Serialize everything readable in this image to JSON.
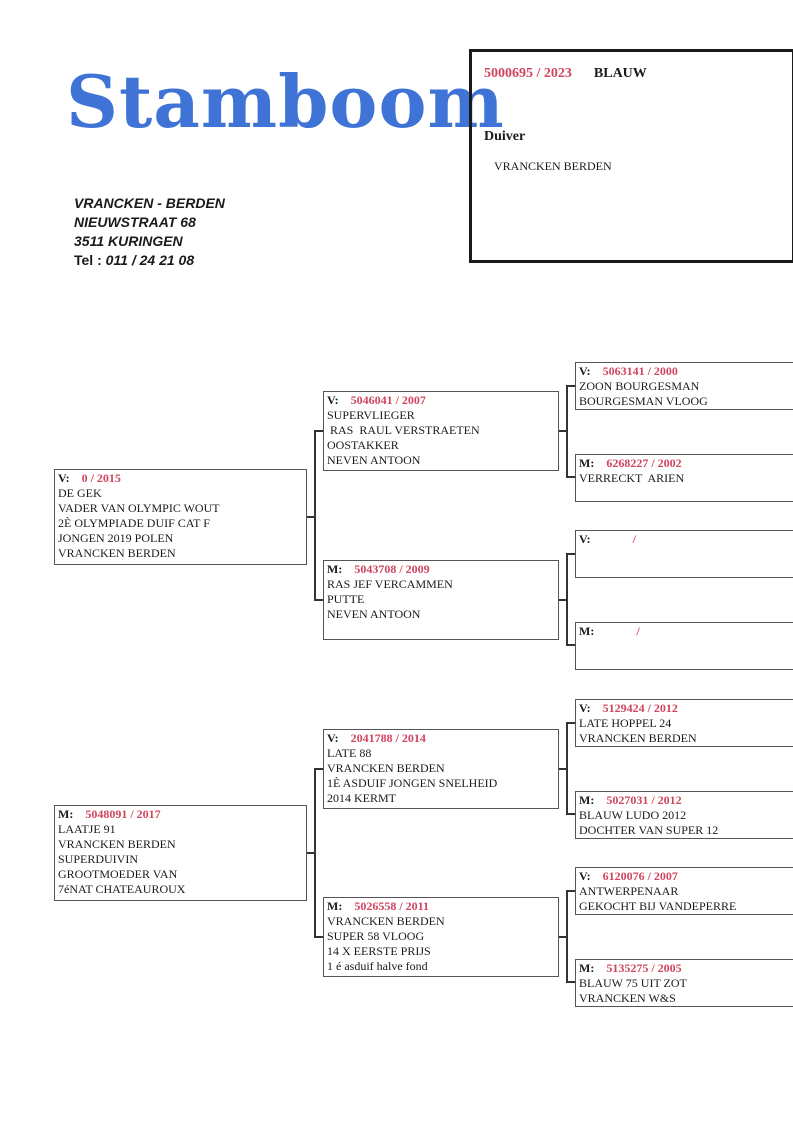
{
  "logo": {
    "text": "Stamboom",
    "color": "#3f74d6"
  },
  "breeder": {
    "name": "VRANCKEN - BERDEN",
    "street": "NIEUWSTRAAT 68",
    "city": "3511 KURINGEN",
    "tel_label": "Tel :",
    "tel_number": " 011 / 24 21 08"
  },
  "pigeon": {
    "ring": "5000695 / 2023",
    "color": "BLAUW",
    "type_label": "Duiver",
    "owner": "VRANCKEN BERDEN"
  },
  "accent_color": "#d0455e",
  "pedigree": {
    "father": {
      "sex": "V:",
      "ring": "0 / 2015",
      "lines": [
        "DE GEK",
        "VADER VAN OLYMPIC WOUT",
        "2È OLYMPIADE DUIF CAT F",
        "JONGEN 2019 POLEN",
        "VRANCKEN BERDEN"
      ]
    },
    "mother": {
      "sex": "M:",
      "ring": "5048091 / 2017",
      "lines": [
        "LAATJE 91",
        "VRANCKEN BERDEN",
        "SUPERDUIVIN",
        "GROOTMOEDER VAN",
        "7éNAT CHATEAUROUX"
      ]
    },
    "ff": {
      "sex": "V:",
      "ring": "5046041 / 2007",
      "lines": [
        "SUPERVLIEGER",
        " RAS  RAUL VERSTRAETEN",
        "OOSTAKKER",
        "NEVEN ANTOON"
      ]
    },
    "fm": {
      "sex": "M:",
      "ring": "5043708 / 2009",
      "lines": [
        "RAS JEF VERCAMMEN",
        "PUTTE",
        "NEVEN ANTOON"
      ]
    },
    "mf": {
      "sex": "V:",
      "ring": "2041788 / 2014",
      "lines": [
        "LATE 88",
        "VRANCKEN BERDEN",
        "1È ASDUIF JONGEN SNELHEID",
        "2014 KERMT"
      ]
    },
    "mm": {
      "sex": "M:",
      "ring": "5026558 / 2011",
      "lines": [
        "VRANCKEN BERDEN",
        "SUPER 58 VLOOG",
        "14 X EERSTE PRIJS",
        "1 é asduif halve fond"
      ]
    },
    "fff": {
      "sex": "V:",
      "ring": "5063141 / 2000",
      "lines": [
        "ZOON BOURGESMAN",
        "BOURGESMAN VLOOG"
      ]
    },
    "ffm": {
      "sex": "M:",
      "ring": "6268227 / 2002",
      "lines": [
        "VERRECKT  ARIEN"
      ]
    },
    "fmf": {
      "sex": "V:",
      "ring": "          /",
      "lines": []
    },
    "fmm": {
      "sex": "M:",
      "ring": "          /",
      "lines": []
    },
    "mff": {
      "sex": "V:",
      "ring": "5129424 / 2012",
      "lines": [
        "LATE HOPPEL 24",
        "VRANCKEN BERDEN"
      ]
    },
    "mfm": {
      "sex": "M:",
      "ring": "5027031 / 2012",
      "lines": [
        "BLAUW LUDO 2012",
        "DOCHTER VAN SUPER 12"
      ]
    },
    "mmf": {
      "sex": "V:",
      "ring": "6120076 / 2007",
      "lines": [
        "ANTWERPENAAR",
        "GEKOCHT BIJ VANDEPERRE"
      ]
    },
    "mmm": {
      "sex": "M:",
      "ring": "5135275 / 2005",
      "lines": [
        "BLAUW 75 UIT ZOT",
        "VRANCKEN W&S"
      ]
    }
  }
}
